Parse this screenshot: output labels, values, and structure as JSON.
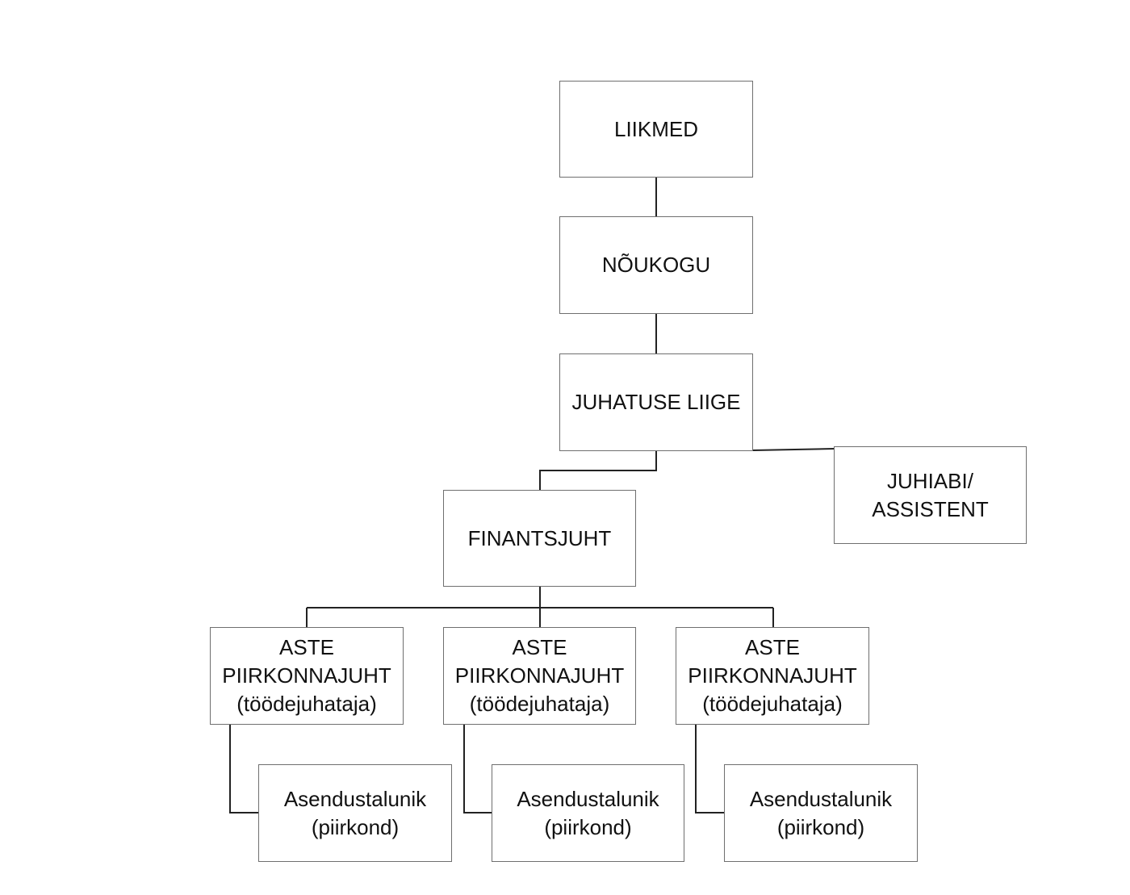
{
  "diagram": {
    "nodes": {
      "liikmed": "LIIKMED",
      "noukogu": "NÕUKOGU",
      "juhatuse_liige": "JUHATUSE  LIIGE",
      "juhiabi": "JUHIABI/\nASSISTENT",
      "finantsjuht": "FINANTSJUHT",
      "piirkonnajuht_1": "ASTE\nPIIRKONNAJUHT\n(töödejuhataja)",
      "piirkonnajuht_2": "ASTE\nPIIRKONNAJUHT\n(töödejuhataja)",
      "piirkonnajuht_3": "ASTE\nPIIRKONNAJUHT\n(töödejuhataja)",
      "asendustalunik_1": "Asendustalunik\n(piirkond)",
      "asendustalunik_2": "Asendustalunik\n(piirkond)",
      "asendustalunik_3": "Asendustalunik\n(piirkond)"
    },
    "colors": {
      "box_border": "#6f6f6f",
      "connector": "#222222",
      "text": "#111111"
    }
  }
}
